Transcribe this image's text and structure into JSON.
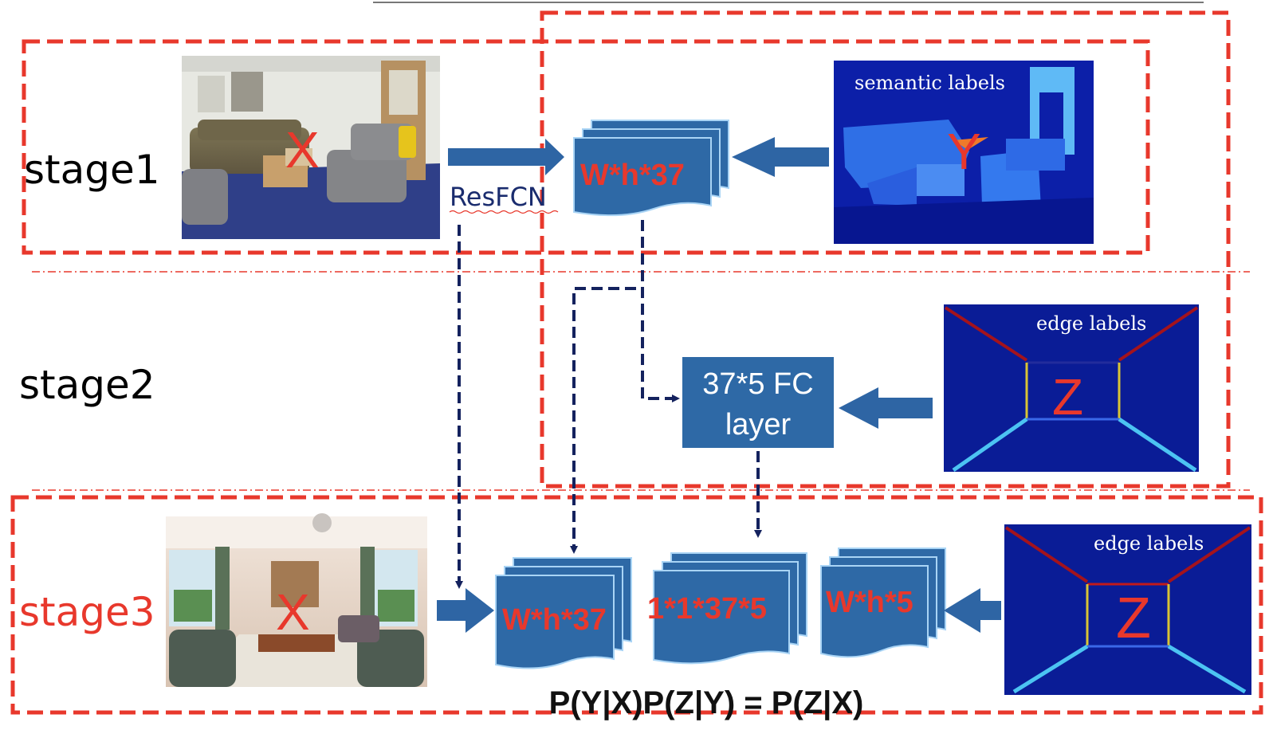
{
  "stages": {
    "stage1": "stage1",
    "stage2": "stage2",
    "stage3": "stage3"
  },
  "stage1": {
    "input_var": "X",
    "network_label": "ResFCN",
    "feature_map": "W*h*37",
    "label_panel_title": "semantic labels",
    "label_var": "Y"
  },
  "stage2": {
    "fc_line1": "37*5 FC",
    "fc_line2": "layer",
    "label_panel_title": "edge labels",
    "label_var": "Z"
  },
  "stage3": {
    "input_var": "X",
    "feature_map_1": "W*h*37",
    "feature_map_2": "1*1*37*5",
    "feature_map_3": "W*h*5",
    "label_panel_title": "edge labels",
    "label_var": "Z"
  },
  "equation": "P(Y|X)P(Z|Y) = P(Z|X)",
  "colors": {
    "dashed_frame": "#e8382c",
    "block_fill": "#2e69a6",
    "block_stroke": "#a9d4f5",
    "arrow_fill": "#2e65a4",
    "dashed_arrow": "#14225e",
    "label_panel_bg": "#0c1fa8",
    "edge_panel_bg": "#0a1c96"
  }
}
